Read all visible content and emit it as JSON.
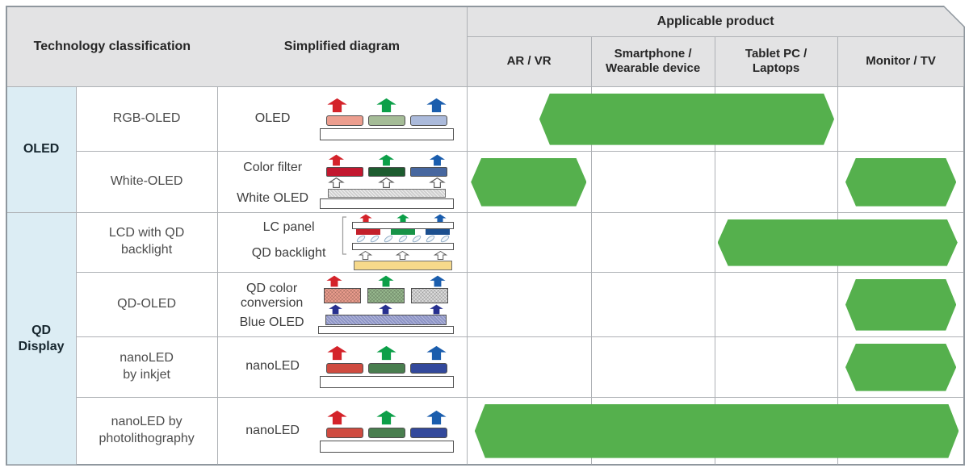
{
  "header": {
    "tech_col": "Technology classification",
    "diagram_col": "Simplified diagram",
    "product_group": "Applicable product",
    "product_cols": [
      "AR / VR",
      "Smartphone /\nWearable device",
      "Tablet PC /\nLaptops",
      "Monitor / TV"
    ]
  },
  "groups": [
    {
      "label": "OLED"
    },
    {
      "label": "QD\nDisplay"
    }
  ],
  "rows": [
    {
      "tech": "RGB-OLED",
      "diagram_labels": [
        "OLED"
      ]
    },
    {
      "tech": "White-OLED",
      "diagram_labels": [
        "Color filter",
        "White OLED"
      ]
    },
    {
      "tech": "LCD with QD\nbacklight",
      "diagram_labels": [
        "LC panel",
        "QD backlight"
      ]
    },
    {
      "tech": "QD-OLED",
      "diagram_labels": [
        "QD color\nconversion",
        "Blue OLED"
      ]
    },
    {
      "tech": "nanoLED\nby inkjet",
      "diagram_labels": [
        "nanoLED"
      ]
    },
    {
      "tech": "nanoLED by\nphotolithography",
      "diagram_labels": [
        "nanoLED"
      ]
    }
  ],
  "applicability_bars": [
    {
      "row": 0,
      "tech": "RGB-OLED",
      "start": 0.58,
      "end": 2.97
    },
    {
      "row": 1,
      "tech": "White-OLED",
      "start": 0.03,
      "end": 0.96
    },
    {
      "row": 1,
      "tech": "White-OLED",
      "start": 3.06,
      "end": 3.94
    },
    {
      "row": 2,
      "tech": "LCD with QD backlight",
      "start": 2.02,
      "end": 3.95
    },
    {
      "row": 3,
      "tech": "QD-OLED",
      "start": 3.06,
      "end": 3.94
    },
    {
      "row": 4,
      "tech": "nanoLED by inkjet",
      "start": 3.06,
      "end": 3.94
    },
    {
      "row": 5,
      "tech": "nanoLED by photolithography",
      "start": 0.06,
      "end": 3.96
    }
  ],
  "colors": {
    "bar_green": "#55b04d",
    "header_bg": "#e3e3e4",
    "group_bg": "#dcedf4",
    "grid_line": "#aeb1b5",
    "outer_border": "#8f979e",
    "arrow_red": "#d4232a",
    "arrow_green": "#0c9f48",
    "arrow_blue": "#1a5dad",
    "arrow_navy": "#27308f",
    "oled_blocks": [
      "#ec9e8f",
      "#a5bc97",
      "#abbadb"
    ],
    "white_oled_filters": [
      "#c2182f",
      "#1d5c2f",
      "#47679f"
    ],
    "lcd_filters": [
      "#c3202b",
      "#169347",
      "#1b4f8f"
    ],
    "qd_blocks": [
      "#ee9f8f",
      "#98ba8f",
      "#dedede"
    ],
    "blue_oled_bar": "#8e95c7",
    "qd_backlight_bar": "#f6d98b",
    "white_oled_bar": "#cfcfcf",
    "nanoled_blocks": [
      "#cf4b40",
      "#497e4f",
      "#33499c"
    ]
  }
}
